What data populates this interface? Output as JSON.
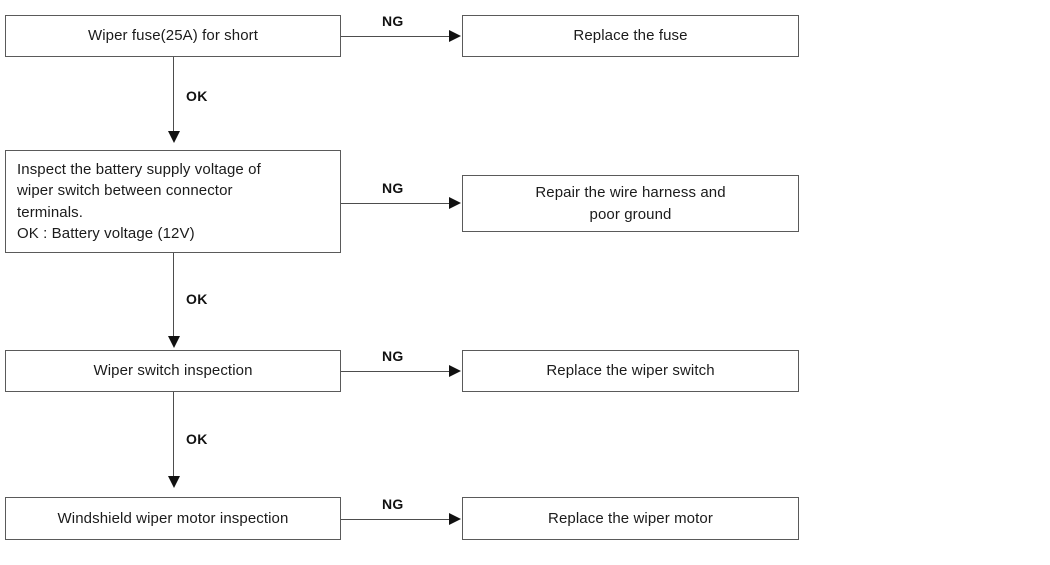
{
  "diagram": {
    "title": "Windshield wiper troubleshooting flowchart",
    "colors": {
      "box_border": "#5a5a5a",
      "connector": "#4d4d4d",
      "arrow_head": "#111111",
      "text": "#1b1b1b",
      "background": "#ffffff"
    },
    "steps": [
      {
        "id": "step-1",
        "check_label": "Wiper fuse(25A) for short",
        "ng_label": "NG",
        "ng_result_label": "Replace the fuse",
        "ok_label": "OK"
      },
      {
        "id": "step-2",
        "check_label": "Inspect the battery supply voltage of\nwiper switch between connector\nterminals.\nOK : Battery voltage (12V)",
        "ng_label": "NG",
        "ng_result_label": "Repair the wire harness and\npoor ground",
        "ok_label": "OK"
      },
      {
        "id": "step-3",
        "check_label": "Wiper switch inspection",
        "ng_label": "NG",
        "ng_result_label": "Replace the wiper switch",
        "ok_label": "OK"
      },
      {
        "id": "step-4",
        "check_label": "Windshield wiper motor inspection",
        "ng_label": "NG",
        "ng_result_label": "Replace the wiper motor",
        "ok_label": ""
      }
    ]
  }
}
